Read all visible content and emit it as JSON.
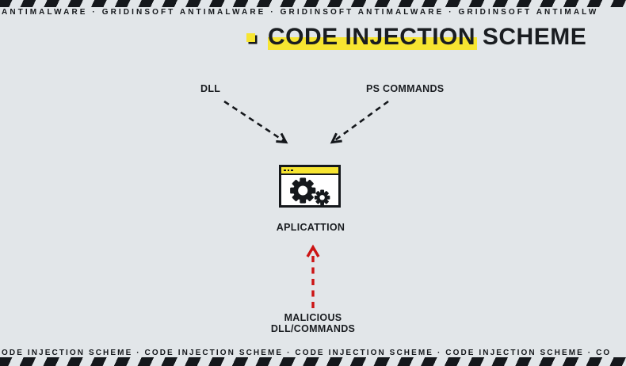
{
  "banner_top": {
    "text": "ANTIMALWARE · GRIDINSOFT ANTIMALWARE · GRIDINSOFT ANTIMALWARE · GRIDINSOFT ANTIMALW"
  },
  "header": {
    "title": "CODE INJECTION SCHEME"
  },
  "diagram": {
    "left_source_label": "DLL",
    "right_source_label": "PS COMMANDS",
    "app_label": "APLICATTION",
    "malicious_line1": "MALICIOUS",
    "malicious_line2": "DLL/COMMANDS",
    "icons": [
      "app-window-icon",
      "gear-icon-large",
      "gear-icon-small",
      "dll-arrow",
      "ps-commands-arrow",
      "malicious-arrow"
    ]
  },
  "banner_bottom": {
    "text": "ODE INJECTION SCHEME · CODE INJECTION SCHEME · CODE INJECTION SCHEME · CODE INJECTION SCHEME · CO"
  },
  "colors": {
    "background": "#e2e6e9",
    "accent_yellow": "#f7e531",
    "ink": "#15181c",
    "arrow_red": "#cc1414"
  }
}
